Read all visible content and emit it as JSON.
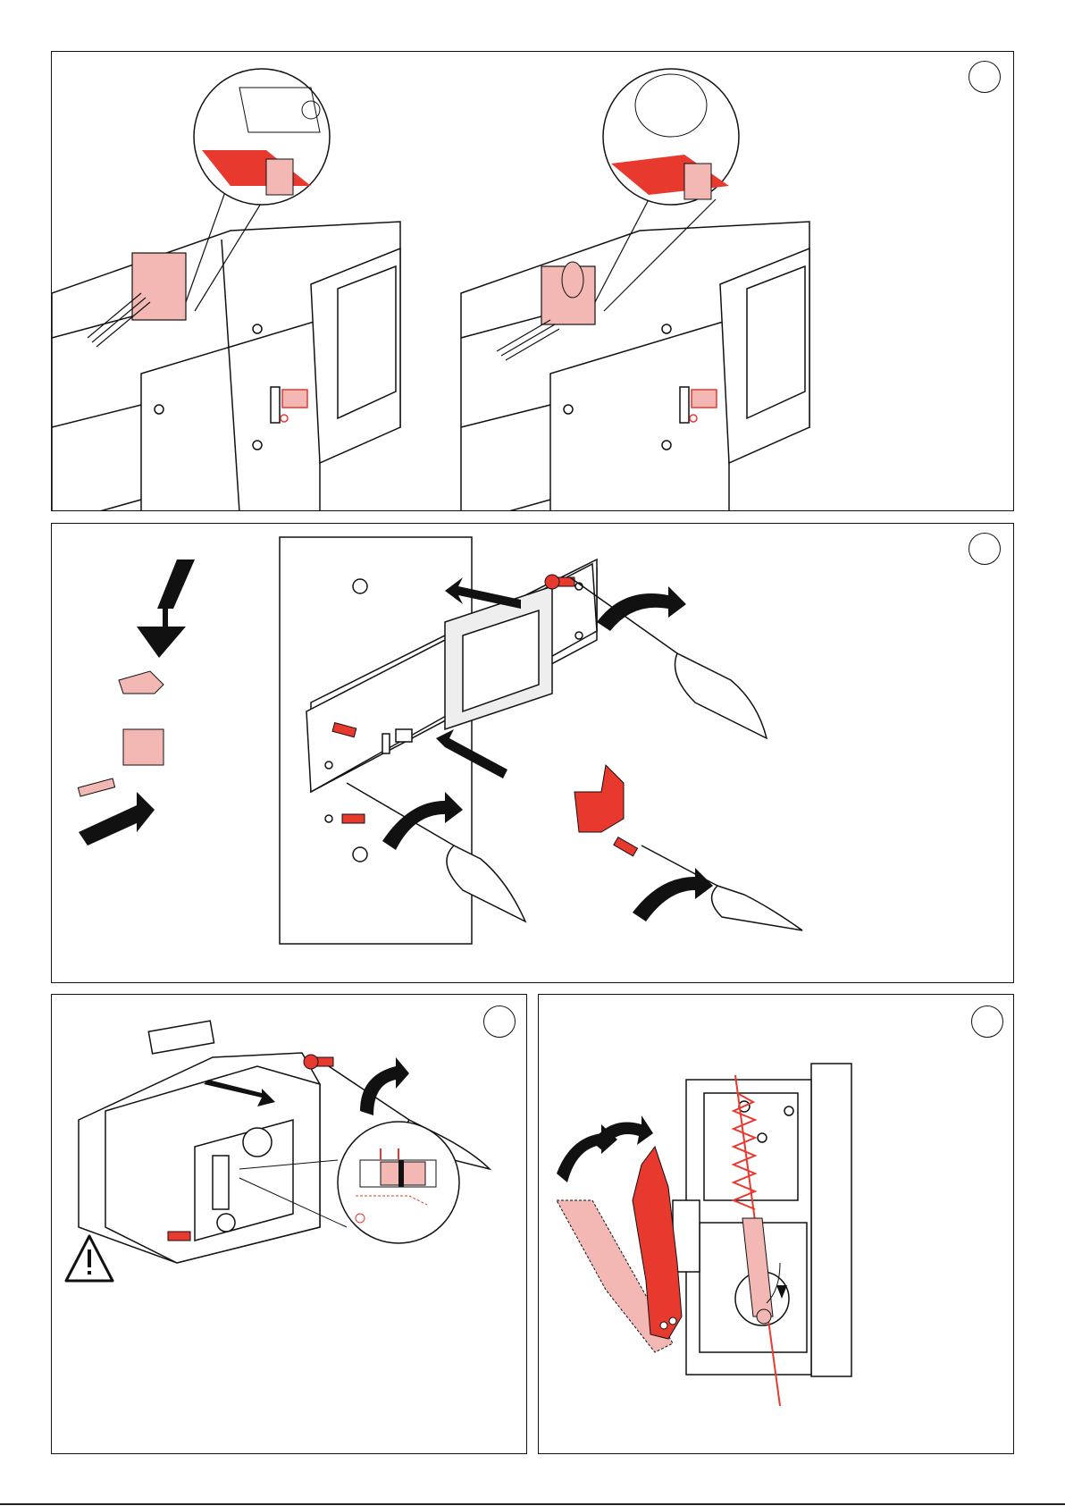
{
  "colors": {
    "accent_red": "#e8392f",
    "light_red": "#f4b8b4",
    "line": "#111111",
    "gray": "#dcdcdc"
  },
  "panels": [
    {
      "id": "step-1",
      "step_label": ""
    },
    {
      "id": "step-2",
      "step_label": ""
    },
    {
      "id": "step-3",
      "step_label": ""
    },
    {
      "id": "step-4",
      "step_label": ""
    }
  ],
  "icons": [
    "warning-icon",
    "screwdriver-icon",
    "arrow-icon",
    "rotate-arrow-icon",
    "magnifier-callout-icon"
  ]
}
